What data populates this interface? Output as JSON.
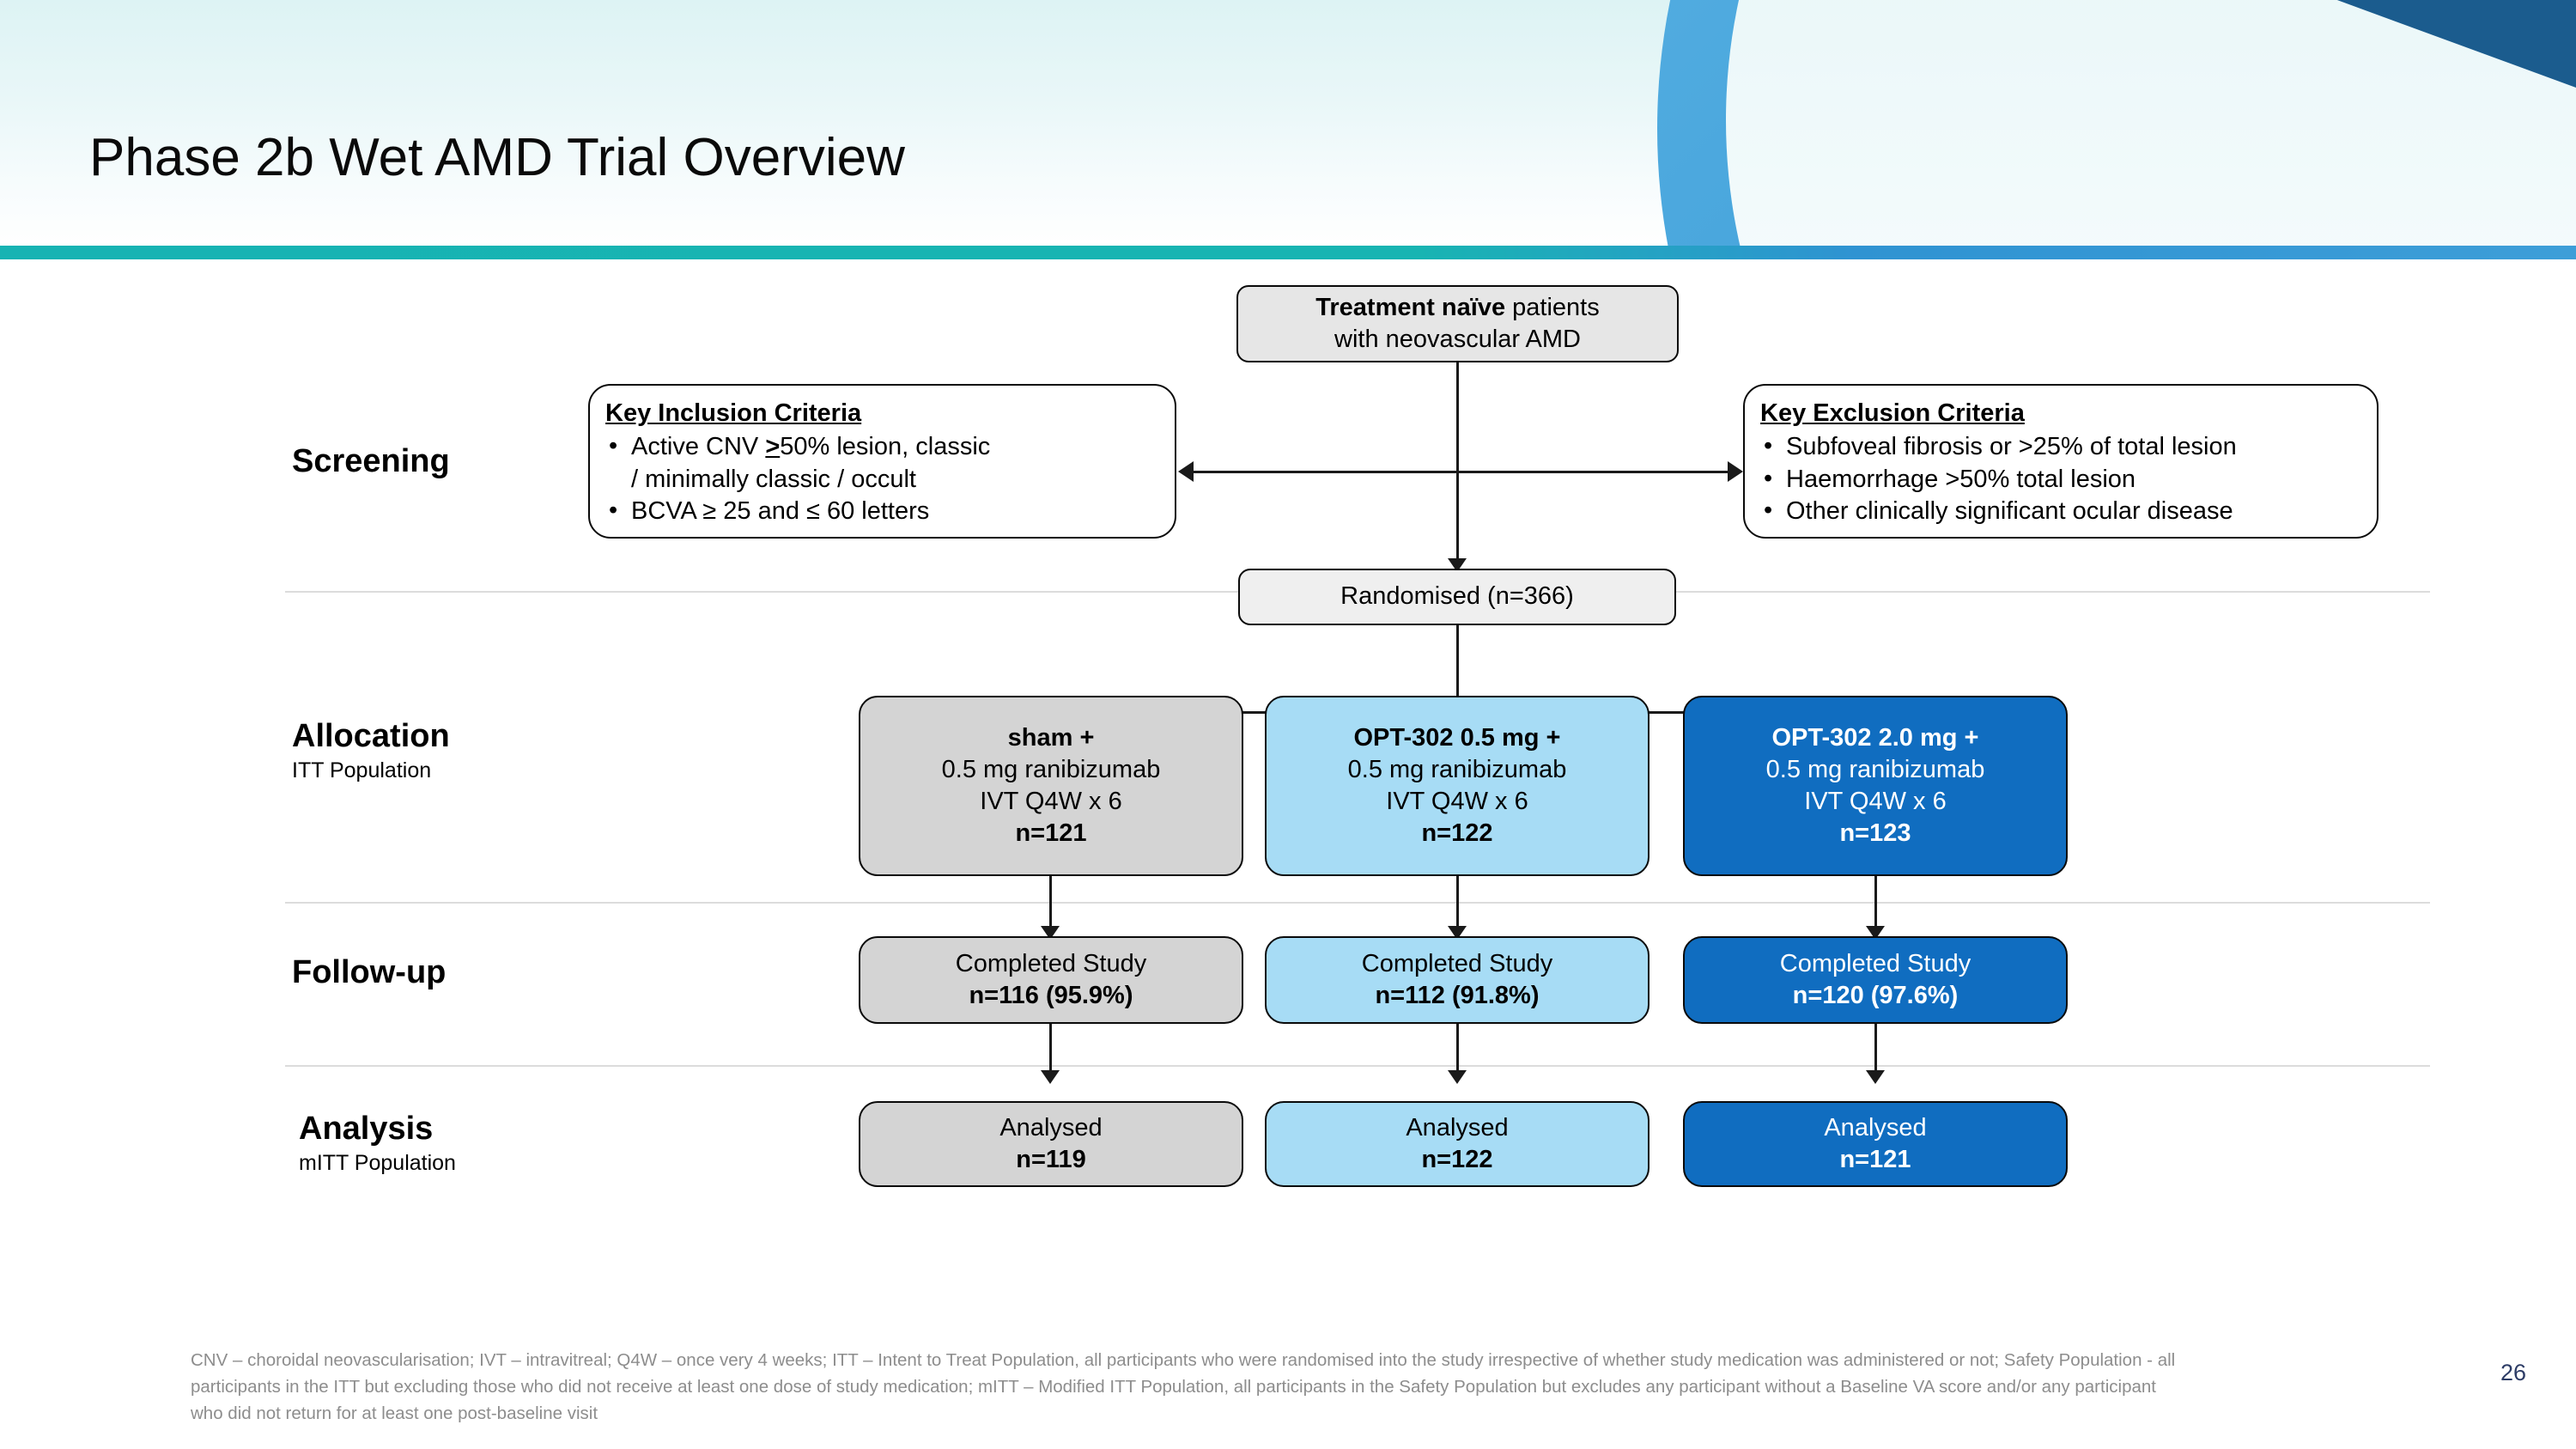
{
  "slide": {
    "title": "Phase 2b Wet AMD Trial Overview",
    "page_number": "26",
    "accent_teal": "#17b3b3",
    "accent_blue": "#3d9ed8",
    "accent_dark_blue": "#1b5c8e",
    "page_number_color": "#2d3c66"
  },
  "stages": [
    {
      "title": "Screening",
      "sub": ""
    },
    {
      "title": "Allocation",
      "sub": "ITT Population"
    },
    {
      "title": "Follow-up",
      "sub": ""
    },
    {
      "title": "Analysis",
      "sub": "mITT Population"
    }
  ],
  "flow": {
    "source_box": {
      "bold_text": "Treatment naïve",
      "rest_text": " patients",
      "line2": "with neovascular AMD"
    },
    "inclusion": {
      "heading": "Key Inclusion Criteria",
      "items": [
        "Active CNV >50% lesion, classic /  minimally classic / occult",
        "BCVA ≥ 25 and ≤ 60 letters"
      ],
      "item1_a": "Active CNV ",
      "item1_ge": ">",
      "item1_b": "50% lesion, classic",
      "item1_c": "/  minimally classic / occult",
      "item2": "BCVA ≥ 25 and ≤ 60 letters"
    },
    "exclusion": {
      "heading": "Key Exclusion Criteria",
      "items": [
        "Subfoveal fibrosis or >25% of total lesion",
        "Haemorrhage >50% total lesion",
        "Other clinically significant ocular disease"
      ]
    },
    "randomised": {
      "label": "Randomised (n=366)"
    },
    "arms": [
      {
        "id": "sham",
        "color": "#d4d4d4",
        "text_color": "#000000",
        "allocation": {
          "line1_bold": "sham +",
          "line2": "0.5 mg ranibizumab",
          "line3": "IVT  Q4W x 6",
          "line4_bold": "n=121"
        },
        "followup": {
          "line1": "Completed Study",
          "line2_bold": "n=116 (95.9%)"
        },
        "analysis": {
          "line1": "Analysed",
          "line2_bold": "n=119"
        }
      },
      {
        "id": "opt302-05",
        "color": "#a7dcf5",
        "text_color": "#000000",
        "allocation": {
          "line1_bold": "OPT-302 0.5 mg +",
          "line2": "0.5 mg ranibizumab",
          "line3": "IVT  Q4W x 6",
          "line4_bold": "n=122"
        },
        "followup": {
          "line1": "Completed Study",
          "line2_bold": "n=112 (91.8%)"
        },
        "analysis": {
          "line1": "Analysed",
          "line2_bold": "n=122"
        }
      },
      {
        "id": "opt302-20",
        "color": "#106dc0",
        "text_color": "#ffffff",
        "allocation": {
          "line1_bold": "OPT-302 2.0 mg +",
          "line2": "0.5 mg ranibizumab",
          "line3": "IVT  Q4W x 6",
          "line4_bold": "n=123"
        },
        "followup": {
          "line1": "Completed Study",
          "line2_bold": "n=120 (97.6%)"
        },
        "analysis": {
          "line1": "Analysed",
          "line2_bold": "n=121"
        }
      }
    ]
  },
  "footnote": "CNV – choroidal neovascularisation; IVT – intravitreal; Q4W – once very 4 weeks; ITT – Intent to Treat Population, all participants who were randomised into the study irrespective of whether study medication was administered or not; Safety Population - all participants in the ITT but excluding those who did not receive at least one dose of study medication; mITT – Modified ITT Population, all participants in the Safety Population but excludes any participant without a Baseline VA score and/or any participant who did not return for at least one post-baseline visit"
}
